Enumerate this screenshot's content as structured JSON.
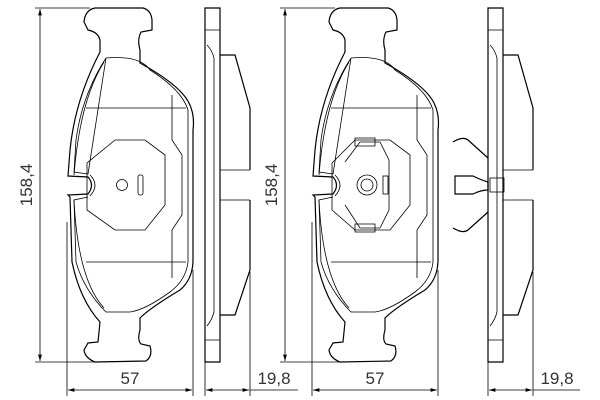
{
  "drawing": {
    "pads": [
      {
        "height_label": "158,4",
        "width_label": "57",
        "thickness_label": "19,8",
        "variant": "plain"
      },
      {
        "height_label": "158,4",
        "width_label": "57",
        "thickness_label": "19,8",
        "variant": "with-spring-clip"
      }
    ],
    "line_color": "#000000",
    "text_color": "#333333"
  }
}
